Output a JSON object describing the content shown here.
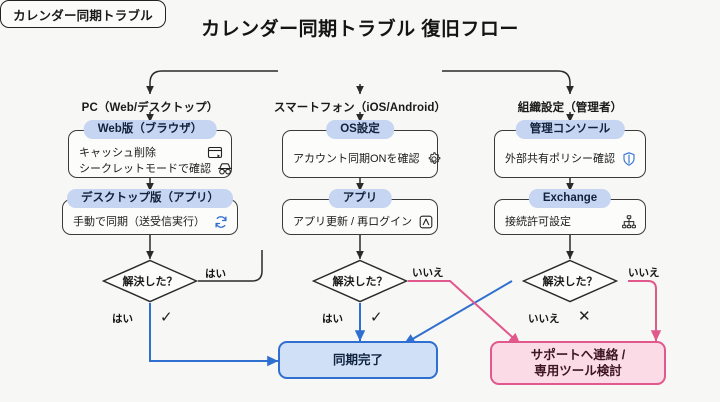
{
  "title": "カレンダー同期トラブル 復旧フロー",
  "root": {
    "label": "カレンダー同期トラブル"
  },
  "columns": [
    {
      "caption": "PC（Web/デスクトップ）"
    },
    {
      "caption": "スマートフォン（iOS/Android）"
    },
    {
      "caption": "組織設定（管理者）"
    }
  ],
  "cards": [
    {
      "head": "Web版（ブラウザ）",
      "lines": [
        {
          "text": "キャッシュ削除",
          "icon": "browser-window-icon"
        },
        {
          "text": "シークレットモードで確認",
          "icon": "incognito-icon"
        }
      ]
    },
    {
      "head": "デスクトップ版（アプリ）",
      "lines": [
        {
          "text": "手動で同期（送受信実行）",
          "icon": "sync-refresh-icon"
        }
      ]
    },
    {
      "head": "OS設定",
      "lines": [
        {
          "text": "アカウント同期ONを確認",
          "icon": "gear-icon"
        }
      ]
    },
    {
      "head": "アプリ",
      "lines": [
        {
          "text": "アプリ更新 / 再ログイン",
          "icon": "app-store-icon"
        }
      ]
    },
    {
      "head": "管理コンソール",
      "lines": [
        {
          "text": "外部共有ポリシー確認",
          "icon": "shield-icon"
        }
      ]
    },
    {
      "head": "Exchange",
      "lines": [
        {
          "text": "接続許可設定",
          "icon": "org-hierarchy-icon"
        }
      ]
    }
  ],
  "decisions": [
    {
      "label": "解決した？",
      "side_label": "はい",
      "down_label": "はい",
      "down_mark": "✓"
    },
    {
      "label": "解決した？",
      "side_label": "いいえ",
      "down_label": "はい",
      "down_mark": "✓"
    },
    {
      "label": "解決した？",
      "side_label": "いいえ",
      "down_label": "いいえ",
      "down_mark": "✕"
    }
  ],
  "terminals": [
    {
      "label": "同期完了"
    },
    {
      "line1": "サポートへ連絡 /",
      "line2": "専用ツール検討"
    }
  ],
  "colors": {
    "background": "#f7f7f5",
    "header_chip": "#c5d5f2",
    "ok_fill": "#cfe0f7",
    "ok_stroke": "#2f6fd0",
    "ng_fill": "#fadbe6",
    "ng_stroke": "#e0588c",
    "line_black": "#2a2a2a"
  }
}
